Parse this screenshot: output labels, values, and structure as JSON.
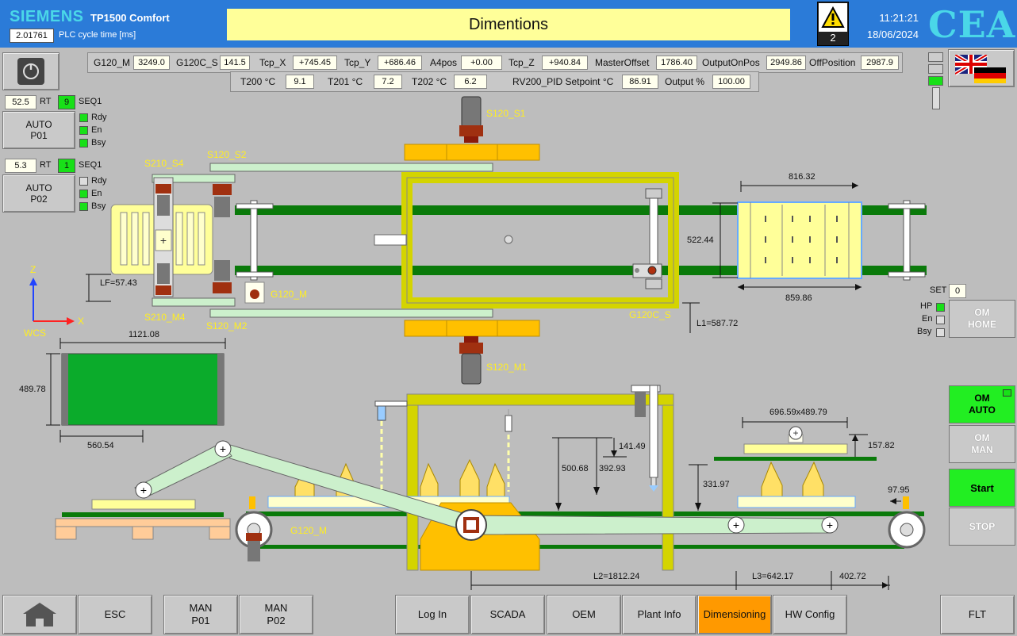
{
  "header": {
    "brand": "SIEMENS",
    "model": "TP1500 Comfort",
    "cycle_value": "2.01761",
    "cycle_label": "PLC cycle time [ms]",
    "title": "Dimentions",
    "alarm_count": "2",
    "time": "11:21:21",
    "date": "18/06/2024",
    "logo": "CEA"
  },
  "params_row1": [
    {
      "label": "G120_M",
      "value": "3249.0"
    },
    {
      "label": "G120C_S",
      "value": "141.5"
    },
    {
      "label": "Tcp_X",
      "value": "+745.45"
    },
    {
      "label": "Tcp_Y",
      "value": "+686.46"
    },
    {
      "label": "A4pos",
      "value": "+0.00"
    },
    {
      "label": "Tcp_Z",
      "value": "+940.84"
    },
    {
      "label": "MasterOffset",
      "value": "1786.40"
    },
    {
      "label": "OutputOnPos",
      "value": "2949.86"
    },
    {
      "label": "OffPosition",
      "value": "2987.9"
    }
  ],
  "params_row2": [
    {
      "label": "T200 °C",
      "value": "9.1"
    },
    {
      "label": "T201 °C",
      "value": "7.2"
    },
    {
      "label": "T202 °C",
      "value": "6.2"
    },
    {
      "label": "RV200_PID Setpoint °C",
      "value": "86.91"
    },
    {
      "label": "Output %",
      "value": "100.00"
    }
  ],
  "p01": {
    "value": "52.5",
    "rt": "RT",
    "seq_count": "9",
    "seq": "SEQ1",
    "btn_line1": "AUTO",
    "btn_line2": "P01",
    "rdy": "Rdy",
    "en": "En",
    "bsy": "Bsy"
  },
  "p02": {
    "value": "5.3",
    "rt": "RT",
    "seq_count": "1",
    "seq": "SEQ1",
    "btn_line1": "AUTO",
    "btn_line2": "P02",
    "rdy": "Rdy",
    "en": "En",
    "bsy": "Bsy"
  },
  "diagram": {
    "s120_s1": "S120_S1",
    "s120_s2": "S120_S2",
    "s210_s4": "S210_S4",
    "s210_m4": "S210_M4",
    "s120_m2": "S120_M2",
    "g120_m_top": "G120_M",
    "s120_m1": "S120_M1",
    "g120c_s": "G120C_S",
    "g120_m_bottom": "G120_M",
    "dim_816": "816.32",
    "dim_522": "522.44",
    "dim_859": "859.86",
    "lf": "LF=57.43",
    "l1": "L1=587.72",
    "dim_1121": "1121.08",
    "dim_489": "489.78",
    "dim_560": "560.54",
    "dim_141": "141.49",
    "dim_500": "500.68",
    "dim_392": "392.93",
    "dim_331": "331.97",
    "dim_696": "696.59x489.79",
    "dim_157": "157.82",
    "dim_97": "97.95",
    "l2": "L2=1812.24",
    "l3": "L3=642.17",
    "dim_402": "402.72",
    "axis_z": "Z",
    "axis_x": "X",
    "wcs": "WCS"
  },
  "right_panel": {
    "set_label": "SET",
    "set_value": "0",
    "hp": "HP",
    "en": "En",
    "bsy": "Bsy",
    "om_home": [
      "OM",
      "HOME"
    ],
    "om_auto": [
      "OM",
      "AUTO"
    ],
    "om_man": [
      "OM",
      "MAN"
    ],
    "start": "Start",
    "stop": "STOP"
  },
  "bottom": {
    "esc": "ESC",
    "man_p01": [
      "MAN",
      "P01"
    ],
    "man_p02": [
      "MAN",
      "P02"
    ],
    "login": "Log In",
    "scada": "SCADA",
    "oem": "OEM",
    "plant_info": "Plant Info",
    "dimensioning": "Dimensioning",
    "hw_config": "HW Config",
    "flt": "FLT"
  },
  "colors": {
    "header": "#2b7bd8",
    "accent_active": "#ff9900",
    "green_button": "#22ee22",
    "conveyor": "#0a7a0a",
    "frame": "#d4d400"
  }
}
